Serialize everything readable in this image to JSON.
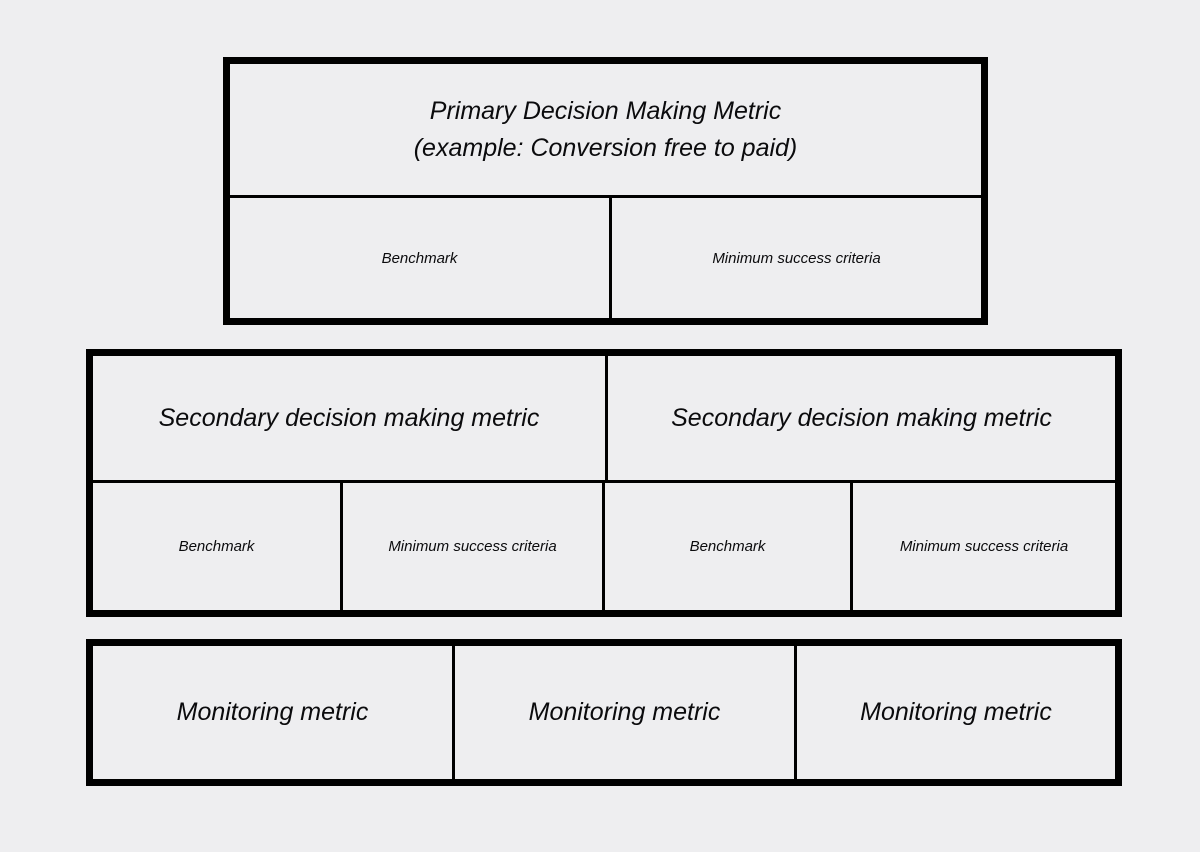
{
  "diagram": {
    "background_color": "#eeeef0",
    "line_color": "#000000",
    "text_color": "#0b0b0d",
    "primary": {
      "title_line_1": "Primary Decision Making Metric",
      "title_line_2": "(example: Conversion free to paid)",
      "cells": [
        {
          "label": "Benchmark"
        },
        {
          "label": "Minimum success criteria"
        }
      ]
    },
    "secondary": {
      "columns": [
        {
          "title": "Secondary decision making metric",
          "cells": [
            {
              "label": "Benchmark"
            },
            {
              "label": "Minimum success criteria"
            }
          ]
        },
        {
          "title": "Secondary decision making metric",
          "cells": [
            {
              "label": "Benchmark"
            },
            {
              "label": "Minimum success criteria"
            }
          ]
        }
      ]
    },
    "monitoring": {
      "cells": [
        {
          "label": "Monitoring metric"
        },
        {
          "label": "Monitoring metric"
        },
        {
          "label": "Monitoring metric"
        }
      ]
    }
  }
}
